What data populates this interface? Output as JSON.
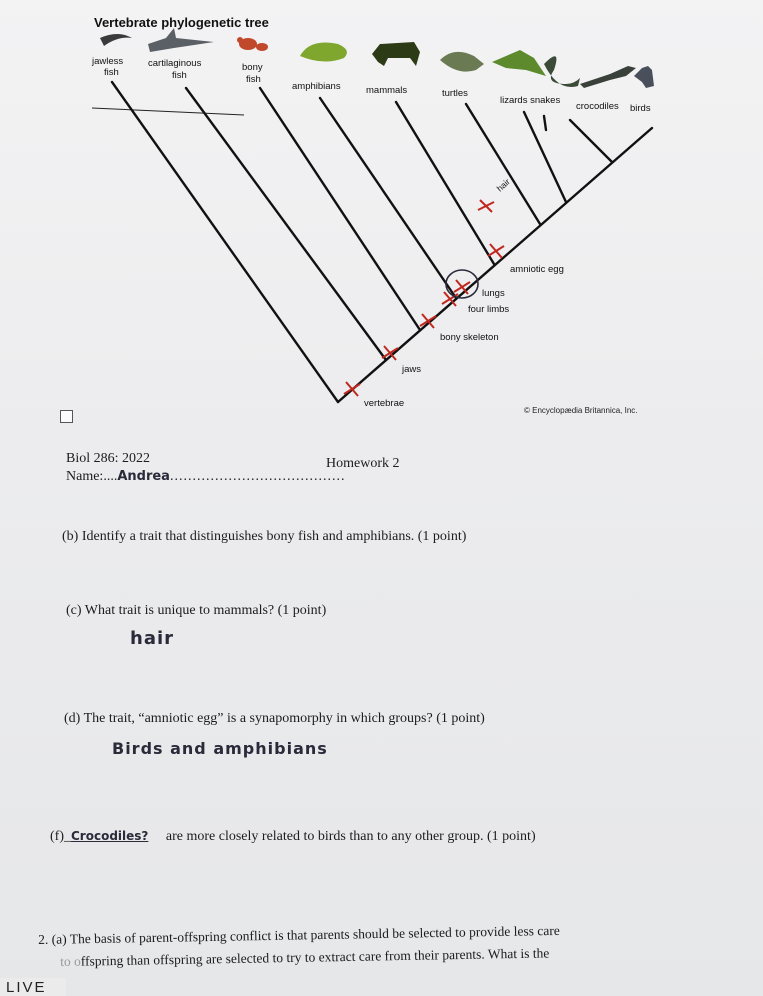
{
  "tree": {
    "title": "Vertebrate phylogenetic tree",
    "credit": "© Encyclopædia Britannica, Inc.",
    "taxa": [
      {
        "id": "jawless",
        "label": "jawless fish"
      },
      {
        "id": "cartilaginous",
        "label": "cartilaginous fish"
      },
      {
        "id": "bony",
        "label": "bony fish"
      },
      {
        "id": "amphibians",
        "label": "amphibians"
      },
      {
        "id": "mammals",
        "label": "mammals"
      },
      {
        "id": "turtles",
        "label": "turtles"
      },
      {
        "id": "lizards_snakes",
        "label": "lizards snakes"
      },
      {
        "id": "crocodiles",
        "label": "crocodiles"
      },
      {
        "id": "birds",
        "label": "birds"
      }
    ],
    "traits": [
      "vertebrae",
      "jaws",
      "bony skeleton",
      "four limbs",
      "lungs",
      "amniotic egg",
      "hair"
    ]
  },
  "homework": {
    "course": "Biol 286: 2022",
    "name_label": "Name:",
    "name_value": "Andrea",
    "assignment": "Homework 2",
    "questions": [
      {
        "id": "b",
        "text": "(b) Identify a trait that distinguishes bony fish and amphibians. (1 point)",
        "answer": ""
      },
      {
        "id": "c",
        "text": "(c) What trait is unique to mammals? (1 point)",
        "answer": "hair"
      },
      {
        "id": "d",
        "text": "(d) The trait, “amniotic egg” is a synapomorphy in which groups? (1 point)",
        "answer": "Birds and amphibians"
      },
      {
        "id": "f",
        "prefix": "(f)_",
        "blank_answer": "Crocodiles?",
        "text": "are more closely related to birds than to any other group. (1 point)"
      }
    ],
    "q2_line1": "2. (a) The basis of parent-offspring conflict is that parents should be selected to provide less care",
    "q2_line2": "ffspring than offspring are selected to try to extract care from their parents.  What is the",
    "q2_fragment": "to o"
  },
  "live_badge": "LIVE"
}
